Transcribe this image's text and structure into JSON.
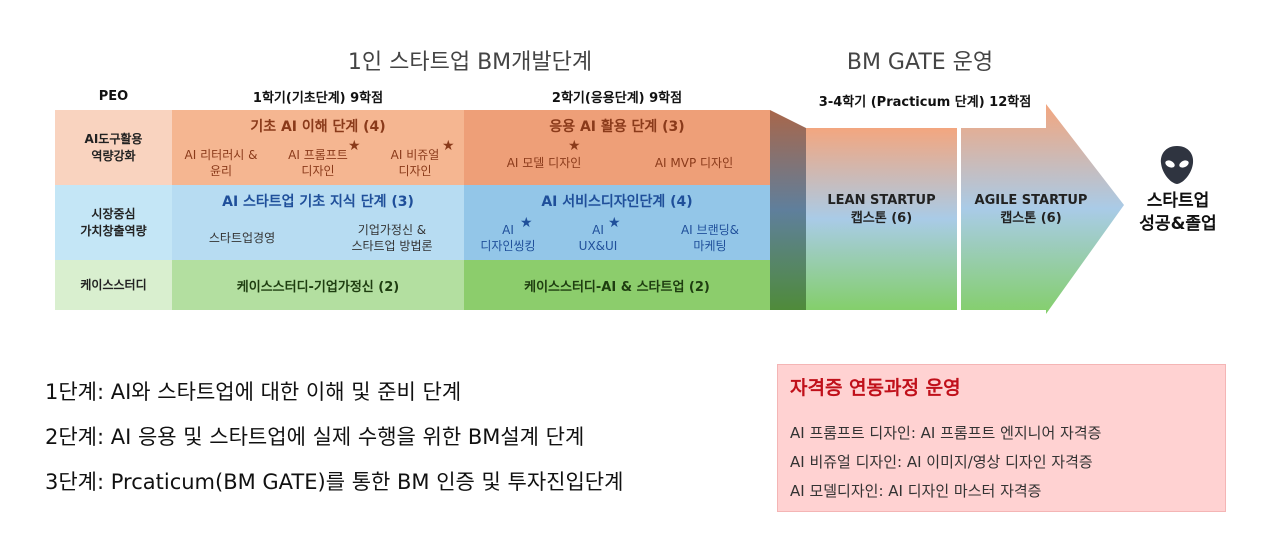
{
  "titles": {
    "left": "1인 스타트업 BM개발단계",
    "right": "BM GATE 운영"
  },
  "headers": {
    "peo": "PEO",
    "semester1": "1학기(기초단계) 9학점",
    "semester2": "2학기(응용단계) 9학점",
    "semester34": "3-4학기 (Practicum 단계) 12학점"
  },
  "rows": {
    "ai_tools": "AI도구활용\n역량강화",
    "market": "시장중심\n가치창출역량",
    "case": "케이스스터디"
  },
  "row1": {
    "s1_title": "기초 AI 이해 단계 (4)",
    "s1_items": [
      "AI 리터러시 &\n윤리",
      "AI 프롬프트\n디자인",
      "AI 비쥬얼\n디자인"
    ],
    "s2_title": "응용 AI 활용 단계 (3)",
    "s2_items": [
      "AI 모델 디자인",
      "AI MVP 디자인"
    ]
  },
  "row2": {
    "s1_title": "AI 스타트업 기초 지식 단계 (3)",
    "s1_items": [
      "스타트업경영",
      "기업가정신 &\n스타트업 방법론"
    ],
    "s2_title": "AI 서비스디자인단계 (4)",
    "s2_items": [
      "AI\n디자인씽킹",
      "AI\nUX&UI",
      "AI 브랜딩&\n마케팅"
    ]
  },
  "row3": {
    "s1_title": "케이스스터디-기업가정신 (2)",
    "s2_title": "케이스스터디-AI & 스타트업 (2)"
  },
  "star": "★",
  "phases": {
    "lean": "LEAN STARTUP\n캡스톤 (6)",
    "agile": "AGILE STARTUP\n캡스톤 (6)"
  },
  "goal": {
    "icon": "alien-icon",
    "text": "스타트업\n성공&졸업"
  },
  "steps": [
    "1단계: AI와 스타트업에 대한 이해 및 준비 단계",
    "2단계: AI 응용 및 스타트업에 실제 수행을 위한 BM설계 단계",
    "3단계: Prcaticum(BM GATE)를 통한 BM 인증 및 투자진입단계"
  ],
  "certification": {
    "title": "자격증 연동과정 운영",
    "lines": [
      "AI 프롬프트 디자인: AI 프롬프트 엔지니어 자격증",
      "AI 비쥬얼 디자인: AI 이미지/영상 디자인 자격증",
      "AI 모델디자인: AI 디자인 마스터 자격증"
    ]
  },
  "colors": {
    "row1_label": "#f9d3bf",
    "row1_s1": "#f5b691",
    "row1_s2": "#ee9f78",
    "row2_label": "#c4e6f6",
    "row2_s1": "#b7dcf2",
    "row2_s2": "#93c6e8",
    "row3_label": "#d9efcf",
    "row3_s1": "#b3dfa0",
    "row3_s2": "#8ccd6c",
    "arrow_top": "#f3a67f",
    "arrow_mid": "#a9cbe7",
    "arrow_bottom": "#84cf6b",
    "cert_bg": "#ffd2d2",
    "cert_title": "#c0101a"
  }
}
